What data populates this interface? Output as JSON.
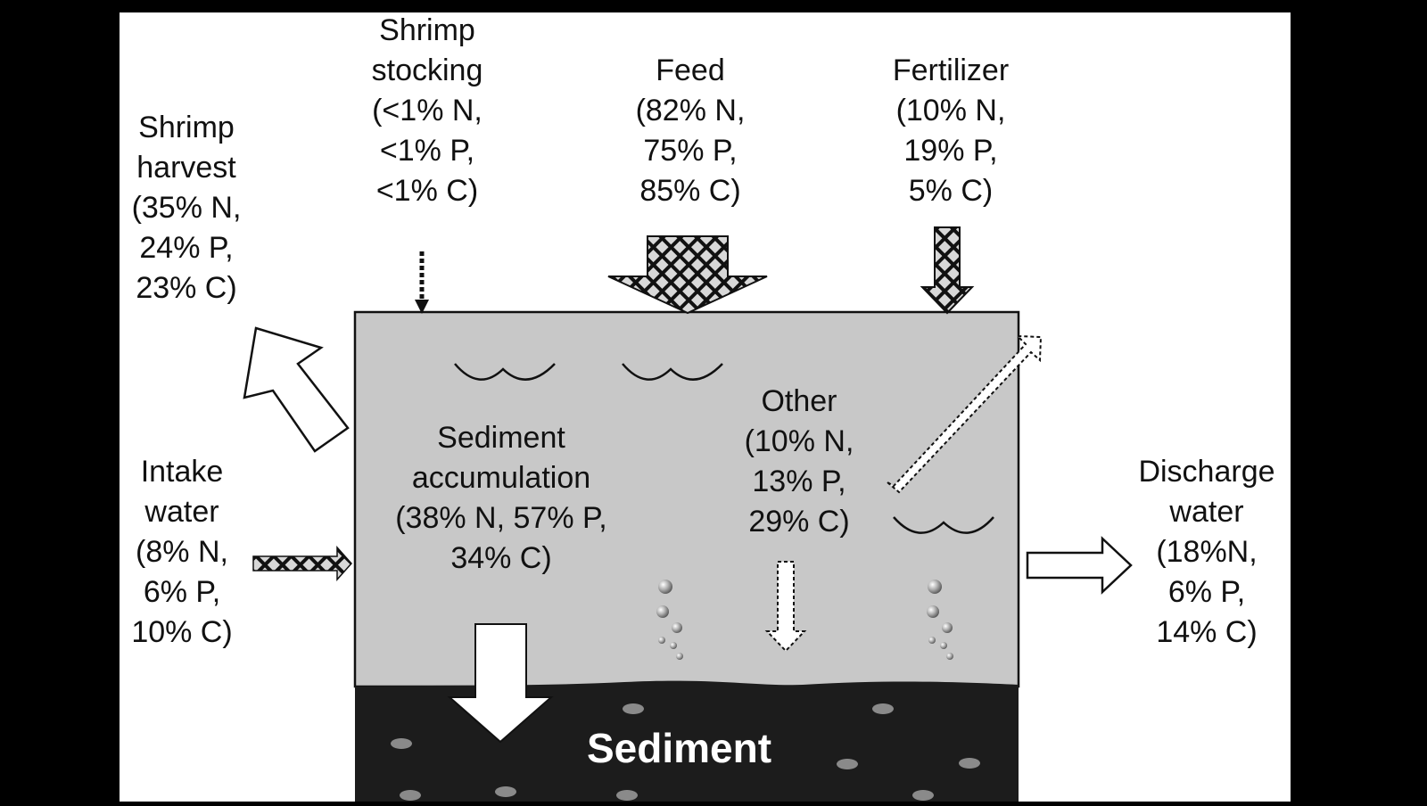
{
  "labels": {
    "shrimp_stocking": [
      "Shrimp",
      "stocking",
      "(<1% N,",
      "<1% P,",
      "<1% C)"
    ],
    "feed": [
      "Feed",
      "(82% N,",
      "75% P,",
      "85% C)"
    ],
    "fertilizer": [
      "Fertilizer",
      "(10% N,",
      "19% P,",
      "5% C)"
    ],
    "shrimp_harvest": [
      "Shrimp",
      "harvest",
      "(35% N,",
      "24% P,",
      "23% C)"
    ],
    "intake_water": [
      "Intake",
      "water",
      "(8% N,",
      "6% P,",
      "10% C)"
    ],
    "sediment_accumulation": [
      "Sediment",
      "accumulation",
      "(38% N, 57% P,",
      "34% C)"
    ],
    "other": [
      "Other",
      "(10% N,",
      "13% P,",
      "29% C)"
    ],
    "discharge_water": [
      "Discharge",
      "water",
      "(18%N,",
      "6% P,",
      "14% C)"
    ],
    "sediment": "Sediment"
  },
  "colors": {
    "background": "#000000",
    "panel": "#ffffff",
    "pond_water": "#c8c8c8",
    "sediment": "#1c1c1c",
    "stone": "#8a8a8a",
    "text": "#111111"
  },
  "icons": [
    "pattern-arrow-icon",
    "hollow-arrow-icon",
    "dashed-arrow-icon",
    "bubble-icon",
    "wave-icon"
  ]
}
